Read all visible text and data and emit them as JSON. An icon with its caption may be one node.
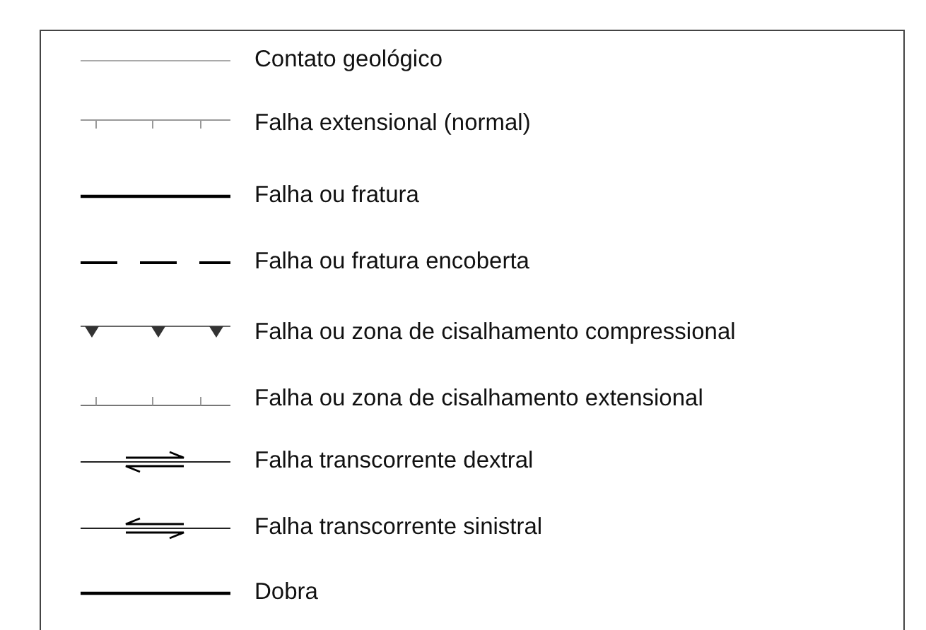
{
  "diagram": {
    "legend": [
      {
        "text": "Contato geológico"
      },
      {
        "text": "Falha extensional (normal)"
      },
      {
        "text": "Falha ou fratura"
      },
      {
        "text": "Falha ou fratura encoberta"
      },
      {
        "text": "Falha ou zona de cisalhamento compressional"
      },
      {
        "text": "Falha ou zona de cisalhamento extensional"
      },
      {
        "text": "Falha transcorrente dextral"
      },
      {
        "text": "Falha transcorrente sinistral"
      },
      {
        "text": "Dobra"
      }
    ]
  }
}
